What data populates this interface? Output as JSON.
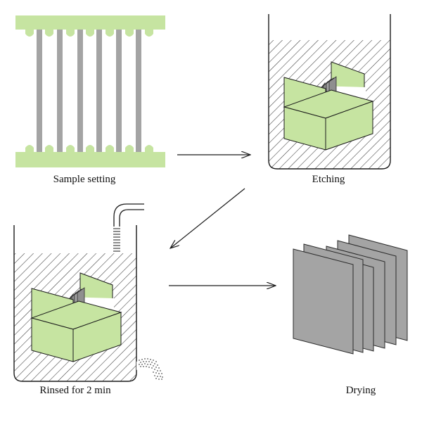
{
  "colors": {
    "green": "#c6e4a1",
    "plate_grey": "#a4a4a4",
    "plate_edge": "#3a3a3a",
    "line": "#1a1a1a",
    "hatch": "#3a3a3a"
  },
  "steps": [
    {
      "id": "sample-setting",
      "label": "Sample setting"
    },
    {
      "id": "etching",
      "label": "Etching"
    },
    {
      "id": "rinsing",
      "label": "Rinsed for 2 min"
    },
    {
      "id": "drying",
      "label": "Drying"
    }
  ]
}
